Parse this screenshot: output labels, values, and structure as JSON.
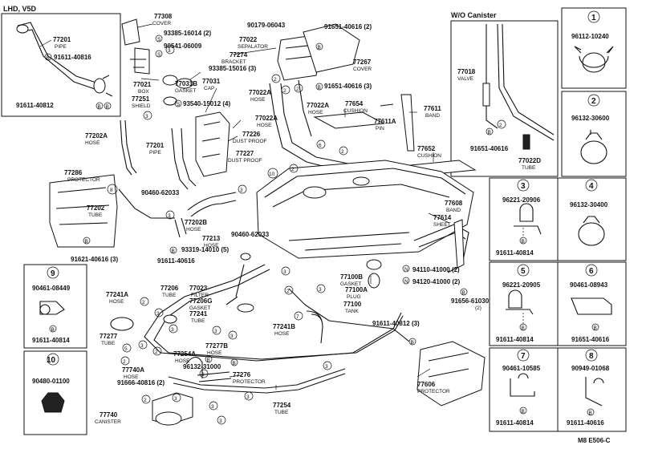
{
  "header": {
    "variant": "LHD, V5D",
    "without_canister": "W/O Canister",
    "footer_code": "M8  E506-C"
  },
  "refs": [
    "1",
    "2",
    "3",
    "4",
    "5",
    "6",
    "7",
    "8",
    "9",
    "10"
  ],
  "callouts": {
    "c77201": "77201",
    "c77201_sub": "PIPE",
    "c91611_40816_a": "91611-40816",
    "c91611_40812": "91611-40812",
    "c77308": "77308",
    "c77308_sub": "COVER",
    "c93385": "93385-16014 (2)",
    "c90541": "90541-06009",
    "c77021": "77021",
    "c77021_sub": "BOX",
    "c77031B": "77031B",
    "c77031B_sub": "GASKET",
    "c77031": "77031",
    "c77031_sub": "CAP",
    "c77251": "77251",
    "c77251_sub": "SHIELD",
    "c93540": "93540-15012 (4)",
    "c90179": "90179-06043",
    "c77022": "77022",
    "c77022_sub": "SEPALATOR",
    "c77274": "77274",
    "c77274_sub": "BRACKET",
    "c93385_15016": "93385-15016 (3)",
    "c91651_40616_2": "91651-40616 (2)",
    "c77267": "77267",
    "c77267_sub": "COVER",
    "c91651_40616_3": "91651-40616 (3)",
    "c77022A_1": "77022A",
    "c77022A_1_sub": "HOSE",
    "c77022A_2": "77022A",
    "c77022A_2_sub": "HOSE",
    "c77022A_3": "77022A",
    "c77022A_3_sub": "HOSE",
    "c77654": "77654",
    "c77654_sub": "CUSHION",
    "c77611": "77611",
    "c77611_sub": "BAND",
    "c77611A": "77611A",
    "c77611A_sub": "PIN",
    "c77226": "77226",
    "c77226_sub": "DUST PROOF",
    "c77227": "77227",
    "c77227_sub": "DUST PROOF",
    "c77201b": "77201",
    "c77201b_sub": "PIPE",
    "c77202A": "77202A",
    "c77202A_sub": "HOSE",
    "c77652": "77652",
    "c77652_sub": "CUSHION",
    "c77286": "77286",
    "c77286_sub": "PROTECTOR",
    "c90460_a": "90460-62033",
    "c77202": "77202",
    "c77202_sub": "TUBE",
    "c77202B": "77202B",
    "c77202B_sub": "HOSE",
    "c90460_b": "90460-62033",
    "c77608": "77608",
    "c77608_sub": "BAND",
    "c77614": "77614",
    "c77614_sub": "SHEET",
    "c77213": "77213",
    "c77213_sub": "HOSE",
    "c93319": "93319-14010 (5)",
    "c91611_40616": "91611-40616",
    "c91621": "91621-40616 (3)",
    "c77100B": "77100B",
    "c77100B_sub": "GASKET",
    "c94110": "94110-41000 (2)",
    "c94120": "94120-41000 (2)",
    "c91656": "91656-61030",
    "c91656_sub": "(2)",
    "c77100A": "77100A",
    "c77100A_sub": "PLUG",
    "c77100": "77100",
    "c77100_sub": "TANK",
    "c77241A": "77241A",
    "c77241A_sub": "HOSE",
    "c77206": "77206",
    "c77206_sub": "TUBE",
    "c77023": "77023",
    "c77023_sub": "FILTER",
    "c77206G": "77206G",
    "c77206G_sub": "GASKET",
    "c77241": "77241",
    "c77241_sub": "TUBE",
    "c77241B": "77241B",
    "c77241B_sub": "HOSE",
    "c91611_40812_3": "91611-40812 (3)",
    "c77277": "77277",
    "c77277_sub": "TUBE",
    "c77277B": "77277B",
    "c77277B_sub": "HOSE",
    "c77254A": "77254A",
    "c77254A_sub": "HOSE",
    "c77740A": "77740A",
    "c77740A_sub": "HOSE",
    "c96132_31000": "96132-31000",
    "c77276": "77276",
    "c77276_sub": "PROTECTOR",
    "c91666": "91666-40816 (2)",
    "c77606": "77606",
    "c77606_sub": "PROTECTOR",
    "c77254": "77254",
    "c77254_sub": "TUBE",
    "c77740": "77740",
    "c77740_sub": "CANISTER",
    "c77018": "77018",
    "c77018_sub": "VALVE",
    "c91651_40616_w": "91651-40616",
    "c77022D": "77022D",
    "c77022D_sub": "TUBE",
    "c90461_08449": "90461-08449",
    "c91611_40814_9": "91611-40814",
    "c90480_01100": "90480-01100"
  },
  "insets": {
    "i1": "96112-10240",
    "i2": "96132-30600",
    "i3a": "96221-20906",
    "i3b": "91611-40814",
    "i4": "96132-30400",
    "i5a": "96221-20905",
    "i5b": "91611-40814",
    "i6a": "90461-08943",
    "i6b": "91651-40616",
    "i7a": "90461-10585",
    "i7b": "91611-40814",
    "i8a": "90949-01068",
    "i8b": "91611-40616"
  }
}
